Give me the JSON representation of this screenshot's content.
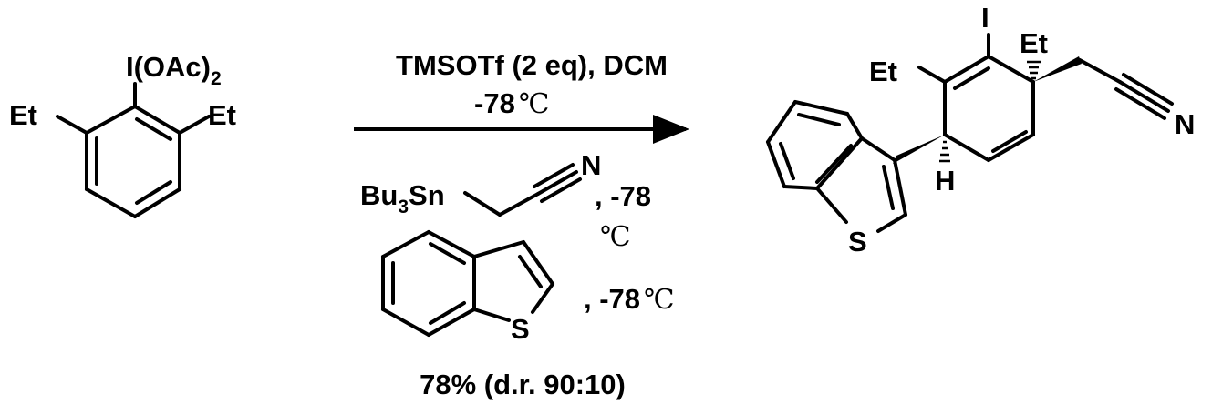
{
  "reactant": {
    "iodine_group": "I(OAc)",
    "iodine_subscript": "2",
    "left_substituent": "Et",
    "right_substituent": "Et"
  },
  "reagents": {
    "line1": "TMSOTf (2 eq), DCM",
    "line2_temp": "-78",
    "line2_unit": "℃",
    "stannane_prefix": "Bu",
    "stannane_subscript": "3",
    "stannane_suffix": "Sn",
    "nitrile_n": "N",
    "stannane_temp": ", -78",
    "stannane_unit": "℃",
    "benzothiophene_s": "S",
    "benzothiophene_temp": ", -78",
    "benzothiophene_unit": "℃",
    "yield": "78% (d.r. 90:10)"
  },
  "product": {
    "iodo": "I",
    "quaternary_et": "Et",
    "vinyl_et": "Et",
    "nitrile_n": "N",
    "hydrogen": "H",
    "sulfur": "S"
  },
  "colors": {
    "ink": "#000000",
    "background": "#ffffff"
  }
}
